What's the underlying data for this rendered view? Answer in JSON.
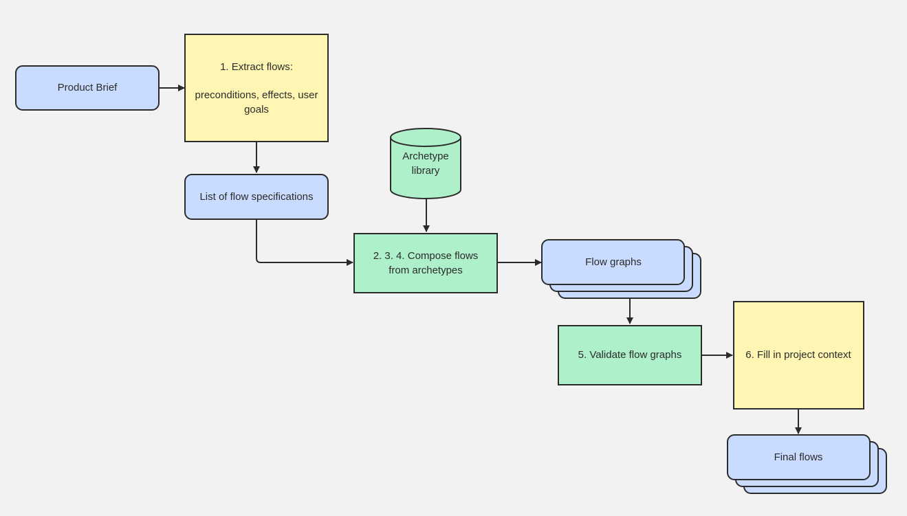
{
  "colors": {
    "background": "#f2f2f2",
    "blue_fill": "#c9dcff",
    "yellow_fill": "#fff6b3",
    "green_fill": "#adf0ca",
    "stroke": "#2b2b2b",
    "text": "#2b2b2b"
  },
  "nodes": {
    "product_brief": {
      "label": "Product Brief",
      "shape": "rounded-rectangle",
      "color": "blue"
    },
    "extract_flows": {
      "title": "1. Extract flows:",
      "line_1": "preconditions, effects, user",
      "line_2": "goals",
      "shape": "rectangle",
      "color": "yellow"
    },
    "archetype_library": {
      "line_1": "Archetype",
      "line_2": "library",
      "shape": "cylinder",
      "color": "green"
    },
    "flow_specifications": {
      "label": "List of flow specifications",
      "shape": "rounded-rectangle",
      "color": "blue"
    },
    "compose_flows": {
      "line_1": "2. 3. 4. Compose flows",
      "line_2": "from archetypes",
      "shape": "rectangle",
      "color": "green"
    },
    "flow_graphs": {
      "label": "Flow graphs",
      "shape": "stacked-rounded-rectangles",
      "color": "blue"
    },
    "validate_flow_graphs": {
      "label": "5. Validate flow graphs",
      "shape": "rectangle",
      "color": "green"
    },
    "fill_project_context": {
      "label": "6. Fill in project context",
      "shape": "rectangle",
      "color": "yellow"
    },
    "final_flows": {
      "label": "Final flows",
      "shape": "stacked-rounded-rectangles",
      "color": "blue"
    }
  },
  "edges": [
    {
      "from": "product_brief",
      "to": "extract_flows"
    },
    {
      "from": "extract_flows",
      "to": "flow_specifications"
    },
    {
      "from": "flow_specifications",
      "to": "compose_flows"
    },
    {
      "from": "archetype_library",
      "to": "compose_flows"
    },
    {
      "from": "compose_flows",
      "to": "flow_graphs"
    },
    {
      "from": "flow_graphs",
      "to": "validate_flow_graphs"
    },
    {
      "from": "validate_flow_graphs",
      "to": "fill_project_context"
    },
    {
      "from": "fill_project_context",
      "to": "final_flows"
    }
  ]
}
